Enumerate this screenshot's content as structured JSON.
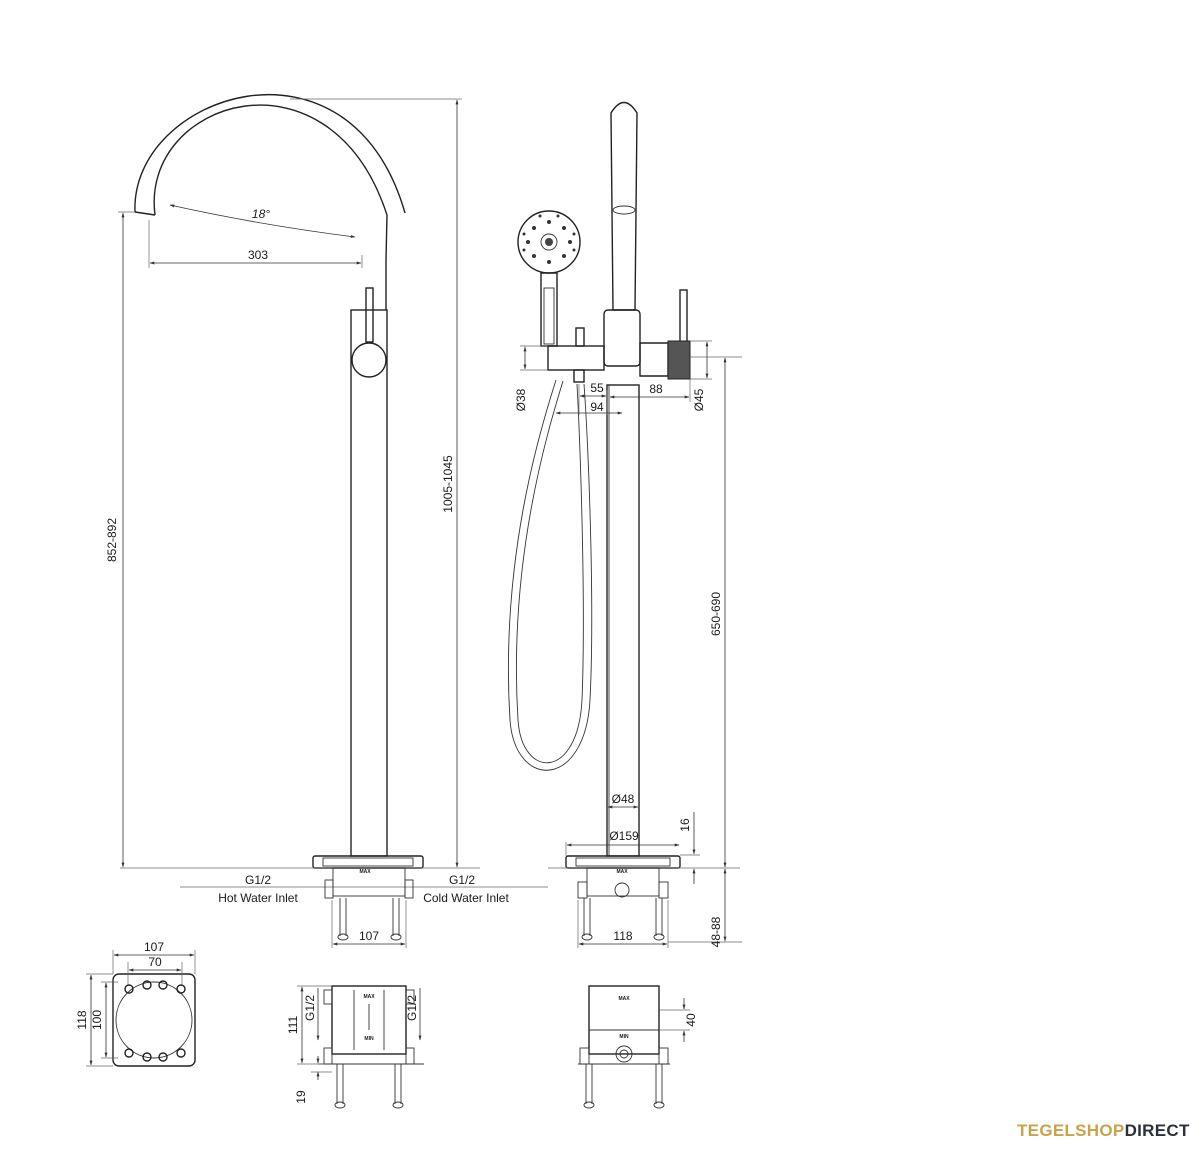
{
  "dimensions": {
    "angle": "18°",
    "spout_reach": "303",
    "height_left": "852-892",
    "height_total": "1005-1045",
    "hose_dia": "Ø38",
    "offset_55": "55",
    "offset_94": "94",
    "offset_88": "88",
    "body_dia": "Ø45",
    "height_mixer": "650-690",
    "column_dia": "Ø48",
    "base_dia": "Ø159",
    "base_thickness": "16",
    "box_depth": "48-88",
    "box_width_front": "107",
    "box_width_side": "118",
    "plan_outer": "107",
    "plan_inner": "70",
    "plan_height_outer": "118",
    "plan_height_inner": "100",
    "box_height_111": "111",
    "leg_19": "19",
    "box_40": "40"
  },
  "labels": {
    "g12": "G1/2",
    "hot_inlet": "Hot Water Inlet",
    "cold_inlet": "Cold Water Inlet",
    "max": "MAX",
    "min": "MIN"
  },
  "brand": {
    "part1": "TEGELSHOP",
    "part2": "DIRECT",
    "color1": "#c9a348",
    "color2": "#2b3138"
  }
}
